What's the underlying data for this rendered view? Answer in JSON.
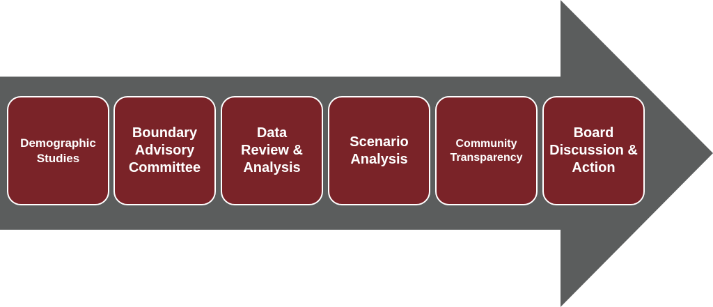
{
  "arrow": {
    "color": "#5b5d5d"
  },
  "steps": [
    {
      "label": "Demographic Studies"
    },
    {
      "label": "Boundary Advisory Committee"
    },
    {
      "label": "Data Review & Analysis"
    },
    {
      "label": "Scenario Analysis"
    },
    {
      "label": "Community Transparency"
    },
    {
      "label": "Board Discussion & Action"
    }
  ],
  "colors": {
    "step_fill": "#7a2328",
    "step_border": "#ffffff",
    "text": "#ffffff"
  }
}
